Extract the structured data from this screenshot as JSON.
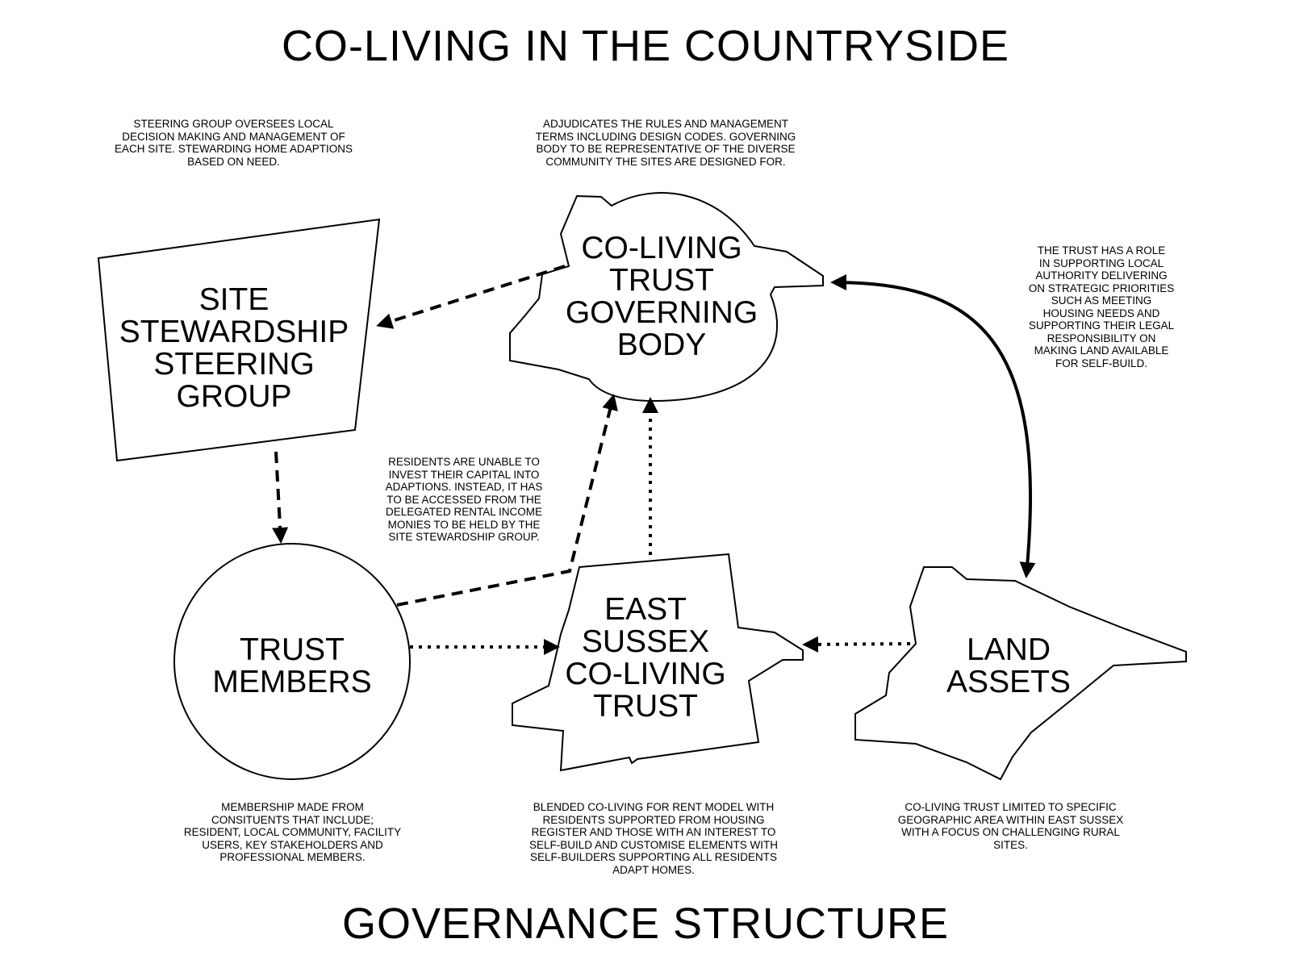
{
  "title": "CO-LIVING IN THE COUNTRYSIDE",
  "subtitle": "GOVERNANCE STRUCTURE",
  "nodes": {
    "steering_group": "SITE\nSTEWARDSHIP\nSTEERING\nGROUP",
    "governing_body": "CO-LIVING\nTRUST\nGOVERNING\nBODY",
    "trust_members": "TRUST\nMEMBERS",
    "east_sussex_trust": "EAST\nSUSSEX\nCO-LIVING\nTRUST",
    "land_assets": "LAND\nASSETS"
  },
  "notes": {
    "steering_group": "STEERING GROUP OVERSEES LOCAL\nDECISION MAKING AND MANAGEMENT OF\nEACH SITE. STEWARDING HOME ADAPTIONS\nBASED ON NEED.",
    "governing_body": "ADJUDICATES THE RULES AND MANAGEMENT\nTERMS INCLUDING DESIGN CODES. GOVERNING\nBODY TO BE REPRESENTATIVE OF THE DIVERSE\nCOMMUNITY THE SITES ARE DESIGNED FOR.",
    "trust_role": "THE TRUST HAS A ROLE\nIN SUPPORTING LOCAL\nAUTHORITY DELIVERING\nON STRATEGIC PRIORITIES\nSUCH AS MEETING\nHOUSING NEEDS AND\nSUPPORTING THEIR LEGAL\nRESPONSIBILITY ON\nMAKING LAND AVAILABLE\nFOR SELF-BUILD.",
    "residents_capital": "RESIDENTS ARE UNABLE TO\nINVEST THEIR CAPITAL INTO\nADAPTIONS. INSTEAD, IT HAS\nTO BE ACCESSED FROM THE\nDELEGATED RENTAL INCOME\nMONIES TO BE HELD BY THE\nSITE STEWARDSHIP GROUP.",
    "membership": "MEMBERSHIP MADE FROM\nCONSITUENTS THAT INCLUDE;\nRESIDENT, LOCAL COMMUNITY, FACILITY\nUSERS, KEY STAKEHOLDERS AND\nPROFESSIONAL MEMBERS.",
    "blended_model": "BLENDED CO-LIVING FOR RENT MODEL WITH\nRESIDENTS SUPPORTED FROM HOUSING\nREGISTER AND THOSE WITH AN INTEREST TO\nSELF-BUILD AND CUSTOMISE ELEMENTS WITH\nSELF-BUILDERS SUPPORTING ALL RESIDENTS\nADAPT HOMES.",
    "land_limit": "CO-LIVING TRUST LIMITED TO SPECIFIC\nGEOGRAPHIC AREA WITHIN  EAST SUSSEX\nWITH A FOCUS ON CHALLENGING RURAL\nSITES."
  },
  "colors": {
    "ink": "#000000",
    "background": "#ffffff"
  }
}
